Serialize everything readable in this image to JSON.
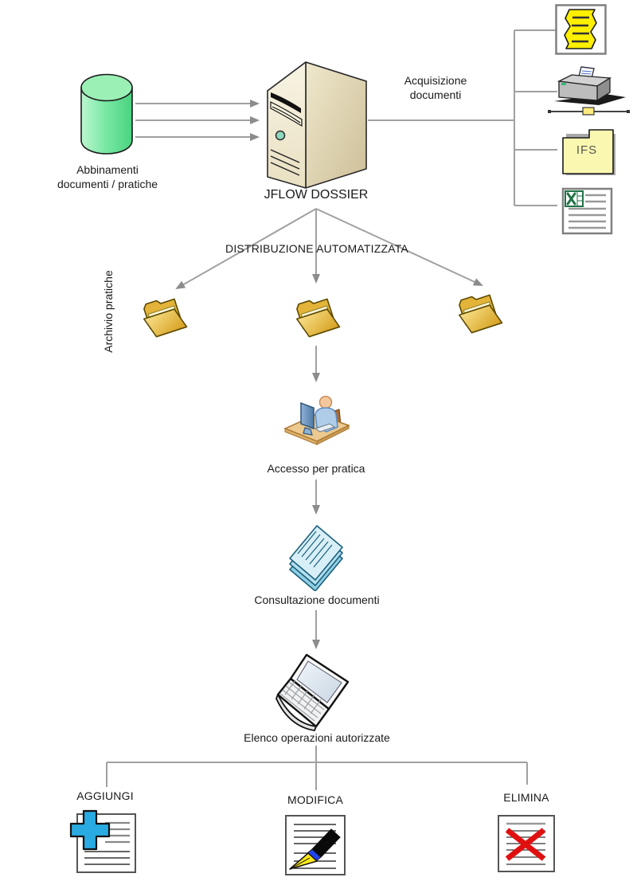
{
  "diagram": {
    "source": {
      "icon": "database-cylinder-icon",
      "line1": "Abbinamenti",
      "line2": "documenti / pratiche"
    },
    "server": {
      "icon": "server-tower-icon",
      "title": "JFLOW DOSSIER"
    },
    "acquisition": {
      "line1": "Acquisizione",
      "line2": "documenti",
      "channels": [
        {
          "icon": "fanfold-document-icon"
        },
        {
          "icon": "printer-icon"
        },
        {
          "icon": "ifs-folder-icon",
          "label": "IFS"
        },
        {
          "icon": "excel-document-icon"
        }
      ]
    },
    "distribution": {
      "label": "DISTRIBUZIONE AUTOMATIZZATA",
      "archive_label": "Archivio pratiche",
      "folder_icon": "open-folder-icon",
      "folder_count": 3
    },
    "access": {
      "icon": "person-at-desk-icon",
      "label": "Accesso per pratica"
    },
    "consultation": {
      "icon": "documents-stack-icon",
      "label": "Consultazione documenti"
    },
    "operations": {
      "icon": "laptop-icon",
      "label": "Elenco operazioni autorizzate",
      "actions": [
        {
          "label": "AGGIUNGI",
          "icon": "add-document-icon"
        },
        {
          "label": "MODIFICA",
          "icon": "edit-document-icon"
        },
        {
          "label": "ELIMINA",
          "icon": "delete-document-icon"
        }
      ]
    },
    "colors": {
      "connector_gray": "#A0A0A0",
      "arrowhead_gray": "#8C8C8C",
      "text": "#1A1A1A",
      "database_green": "#5FDD92",
      "server_beige": "#EFE8CC",
      "folder_gold": "#E3B33A",
      "ifs_folder_yellow": "#FAF8B0",
      "fanfold_yellow": "#FFEF00",
      "documents_blue": "#D9EFF7",
      "add_plus_blue": "#29ABE2",
      "edit_pen_black": "#111111",
      "edit_nib_yellow": "#FFE81A",
      "delete_red": "#E01010"
    }
  }
}
